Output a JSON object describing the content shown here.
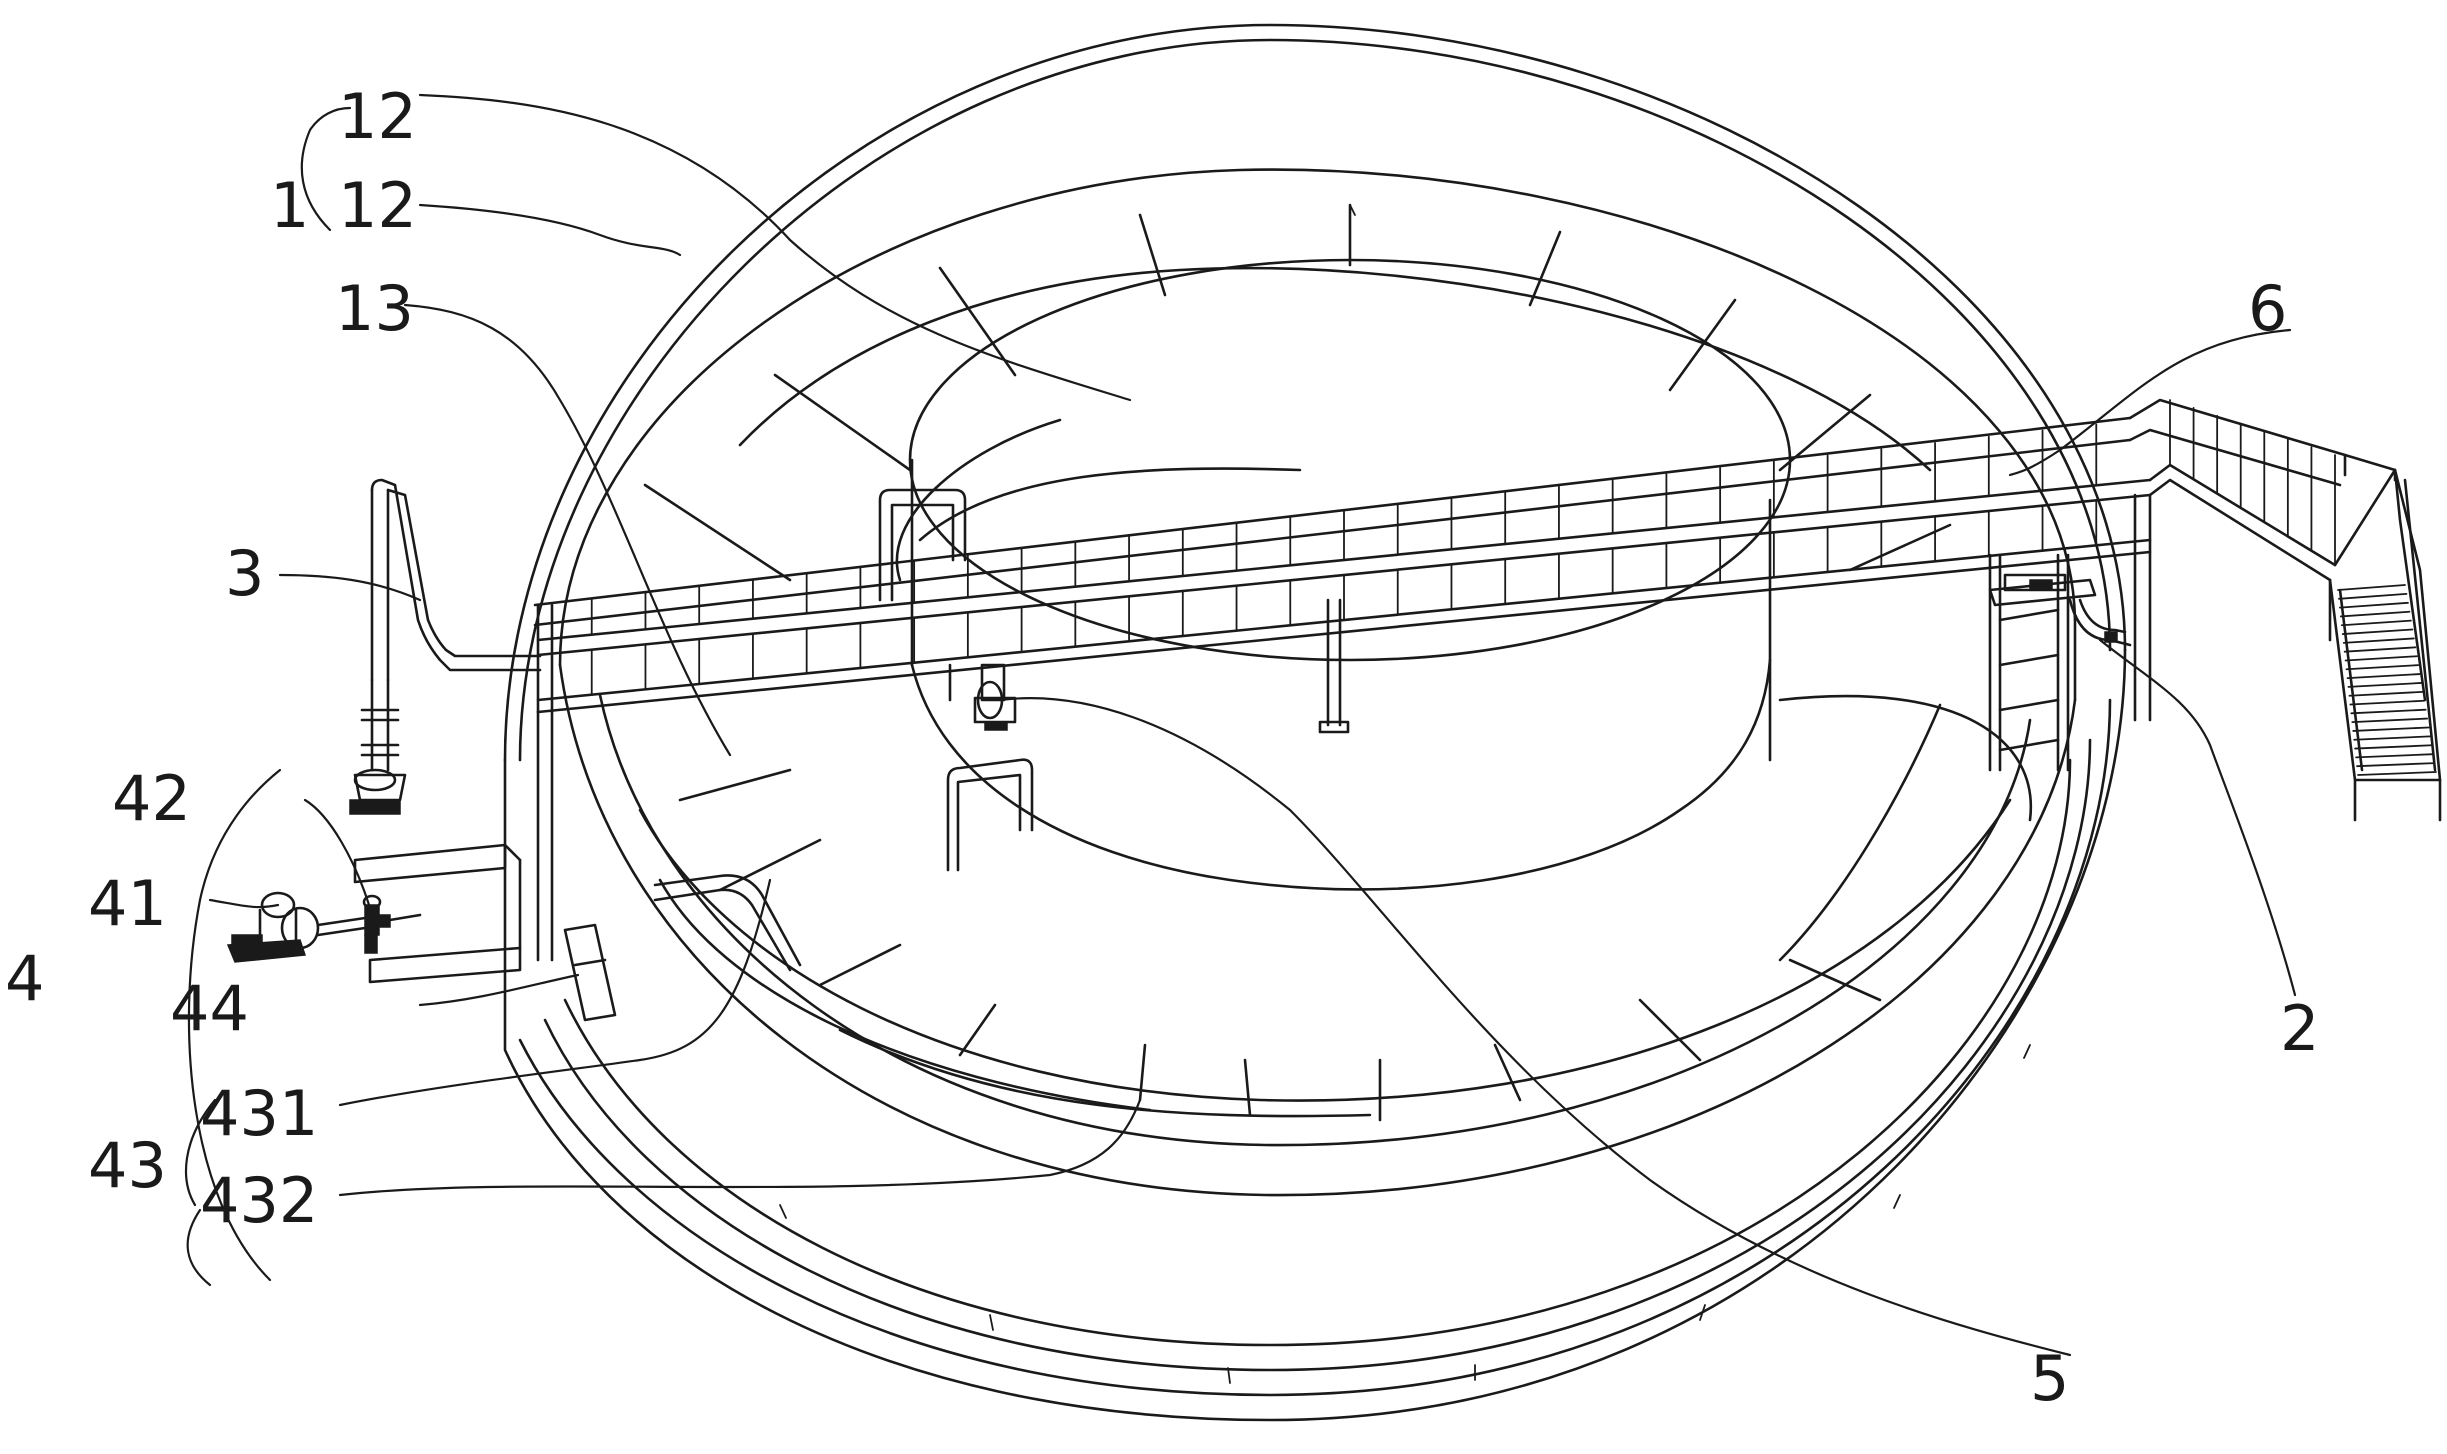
{
  "labels": {
    "l12a": "12",
    "l12b": "12",
    "l1": "1",
    "l13": "13",
    "l6": "6",
    "l3": "3",
    "l42": "42",
    "l41": "41",
    "l4": "4",
    "l44": "44",
    "l431": "431",
    "l43": "43",
    "l432": "432",
    "l2": "2",
    "l5": "5"
  }
}
